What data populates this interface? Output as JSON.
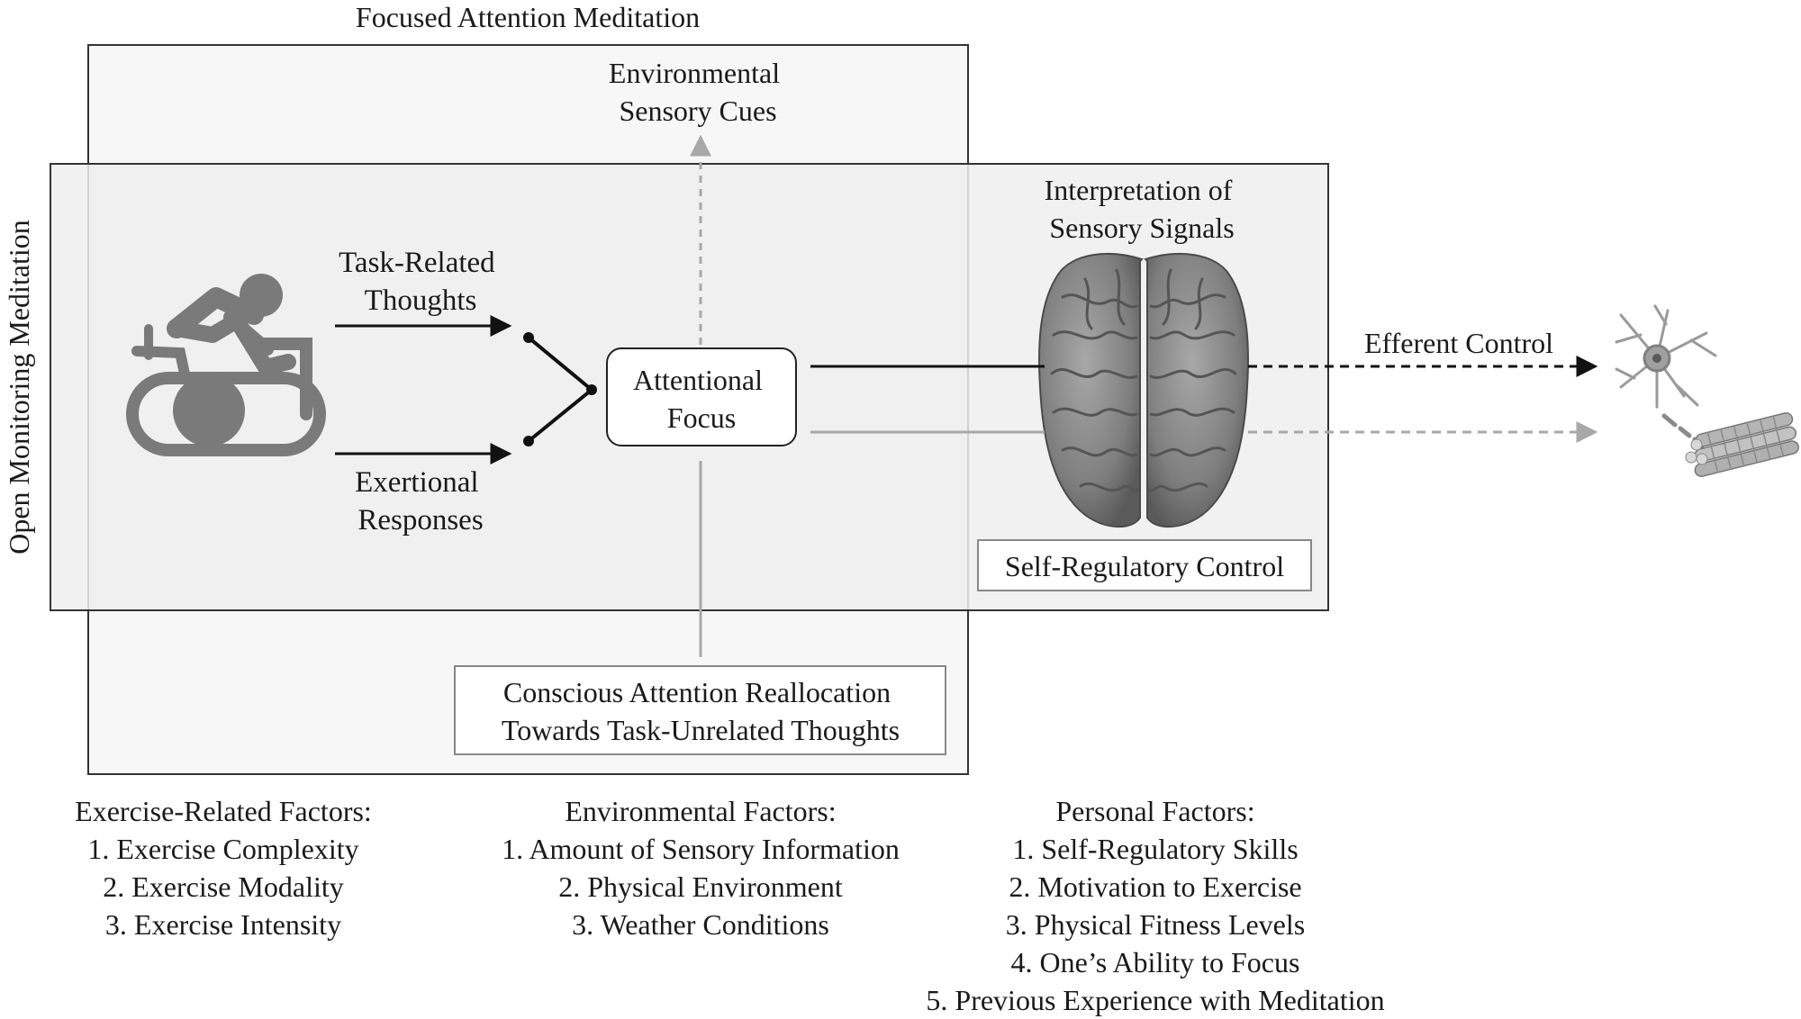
{
  "outer_labels": {
    "focused": "Focused Attention Meditation",
    "open": "Open Monitoring Meditation"
  },
  "nodes": {
    "environmental_cues": [
      "Environmental",
      "Sensory Cues"
    ],
    "task_related": [
      "Task-Related",
      "Thoughts"
    ],
    "exertional": [
      "Exertional",
      "Responses"
    ],
    "attentional_focus": [
      "Attentional",
      "Focus"
    ],
    "interpretation": [
      "Interpretation of",
      "Sensory Signals"
    ],
    "self_regulatory": "Self-Regulatory Control",
    "efferent": "Efferent Control",
    "conscious_realloc": [
      "Conscious Attention Reallocation",
      "Towards Task-Unrelated Thoughts"
    ]
  },
  "factors": {
    "exercise": {
      "title": "Exercise-Related Factors:",
      "items": [
        "1. Exercise Complexity",
        "2. Exercise Modality",
        "3. Exercise Intensity"
      ]
    },
    "environmental": {
      "title": "Environmental Factors:",
      "items": [
        "1. Amount of Sensory Information",
        "2. Physical Environment",
        "3. Weather Conditions"
      ]
    },
    "personal": {
      "title": "Personal Factors:",
      "items": [
        "1. Self-Regulatory Skills",
        "2. Motivation to Exercise",
        "3. Physical Fitness Levels",
        "4. One’s Ability to Focus",
        "5. Previous Experience with Meditation"
      ]
    }
  },
  "colors": {
    "dark_line": "#111111",
    "light_line": "#a8a8a8",
    "box_border": "#333333",
    "panel_fill": "#f4f4f4",
    "icon_gray": "#7a7a7a",
    "brain_gray": "#8c8c8c"
  },
  "icons": {
    "cyclist": "exercise-bike-icon",
    "brain": "brain-icon",
    "neuron": "neuron-icon",
    "muscle": "muscle-fiber-icon"
  }
}
